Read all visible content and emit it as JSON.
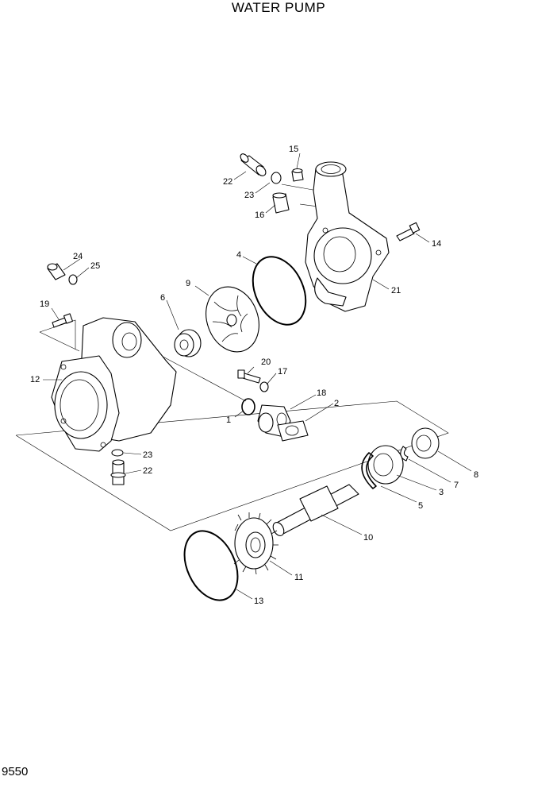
{
  "title": "WATER PUMP",
  "page_number": "9550",
  "callouts": [
    {
      "id": "c1",
      "label": "1"
    },
    {
      "id": "c2",
      "label": "2"
    },
    {
      "id": "c3",
      "label": "3"
    },
    {
      "id": "c4",
      "label": "4"
    },
    {
      "id": "c5",
      "label": "5"
    },
    {
      "id": "c6",
      "label": "6"
    },
    {
      "id": "c7",
      "label": "7"
    },
    {
      "id": "c8",
      "label": "8"
    },
    {
      "id": "c9",
      "label": "9"
    },
    {
      "id": "c10",
      "label": "10"
    },
    {
      "id": "c11",
      "label": "11"
    },
    {
      "id": "c12",
      "label": "12"
    },
    {
      "id": "c13",
      "label": "13"
    },
    {
      "id": "c14",
      "label": "14"
    },
    {
      "id": "c15",
      "label": "15"
    },
    {
      "id": "c16",
      "label": "16"
    },
    {
      "id": "c17",
      "label": "17"
    },
    {
      "id": "c18",
      "label": "18"
    },
    {
      "id": "c19",
      "label": "19"
    },
    {
      "id": "c20",
      "label": "20"
    },
    {
      "id": "c21",
      "label": "21"
    },
    {
      "id": "c22a",
      "label": "22"
    },
    {
      "id": "c22b",
      "label": "22"
    },
    {
      "id": "c23a",
      "label": "23"
    },
    {
      "id": "c23b",
      "label": "23"
    },
    {
      "id": "c24",
      "label": "24"
    },
    {
      "id": "c25",
      "label": "25"
    }
  ]
}
